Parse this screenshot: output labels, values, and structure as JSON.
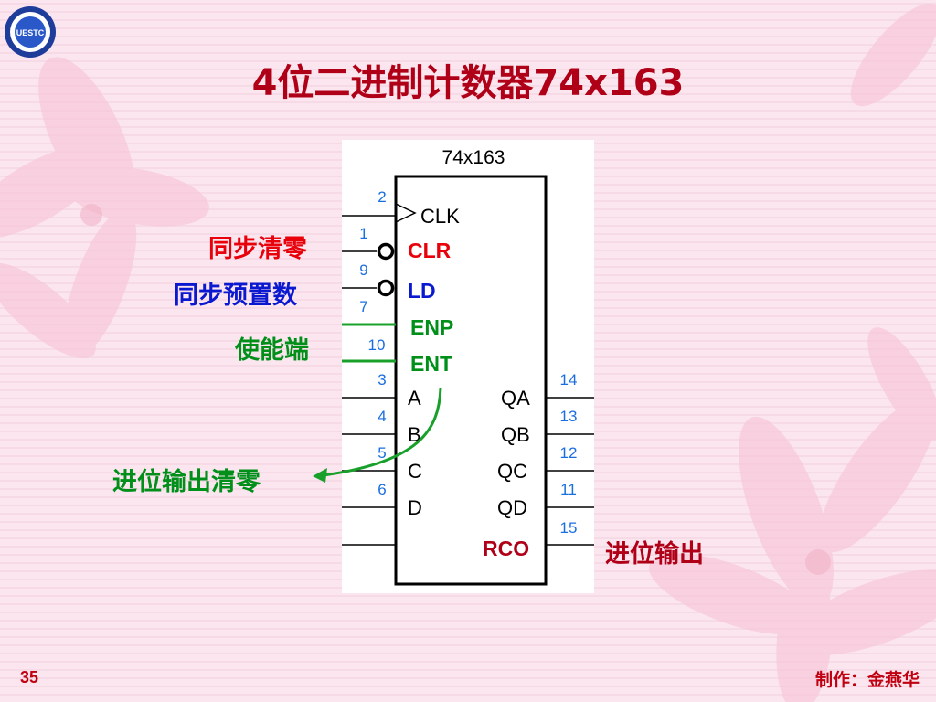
{
  "title": "4位二进制计数器74x163",
  "chip": {
    "name": "74x163",
    "input_pins": [
      {
        "num": "2",
        "label": "CLK"
      },
      {
        "num": "1",
        "label": ""
      },
      {
        "num": "9",
        "label": ""
      },
      {
        "num": "7",
        "label": ""
      },
      {
        "num": "10",
        "label": ""
      },
      {
        "num": "3",
        "label": "A"
      },
      {
        "num": "4",
        "label": "B"
      },
      {
        "num": "5",
        "label": "C"
      },
      {
        "num": "6",
        "label": "D"
      }
    ],
    "output_pins": [
      {
        "num": "14",
        "label": "QA"
      },
      {
        "num": "13",
        "label": "QB"
      },
      {
        "num": "12",
        "label": "QC"
      },
      {
        "num": "11",
        "label": "QD"
      },
      {
        "num": "15",
        "label": ""
      }
    ],
    "highlight_labels": {
      "clr": "CLR",
      "ld": "LD",
      "enp": "ENP",
      "ent": "ENT",
      "rco": "RCO"
    }
  },
  "annotations": {
    "sync_clear": "同步清零",
    "sync_preset": "同步预置数",
    "enable": "使能端",
    "carry_clear": "进位输出清零",
    "carry_out": "进位输出"
  },
  "footer": {
    "slide_number": "35",
    "author": "制作：金燕华"
  },
  "colors": {
    "title": "#b00018",
    "clr_label": "#e8000a",
    "ld_label": "#0a18d0",
    "enable_label": "#00901a",
    "pin_number": "#1a6fe0"
  },
  "icons": [
    "uestc-logo-icon",
    "flower-petal-decoration"
  ]
}
